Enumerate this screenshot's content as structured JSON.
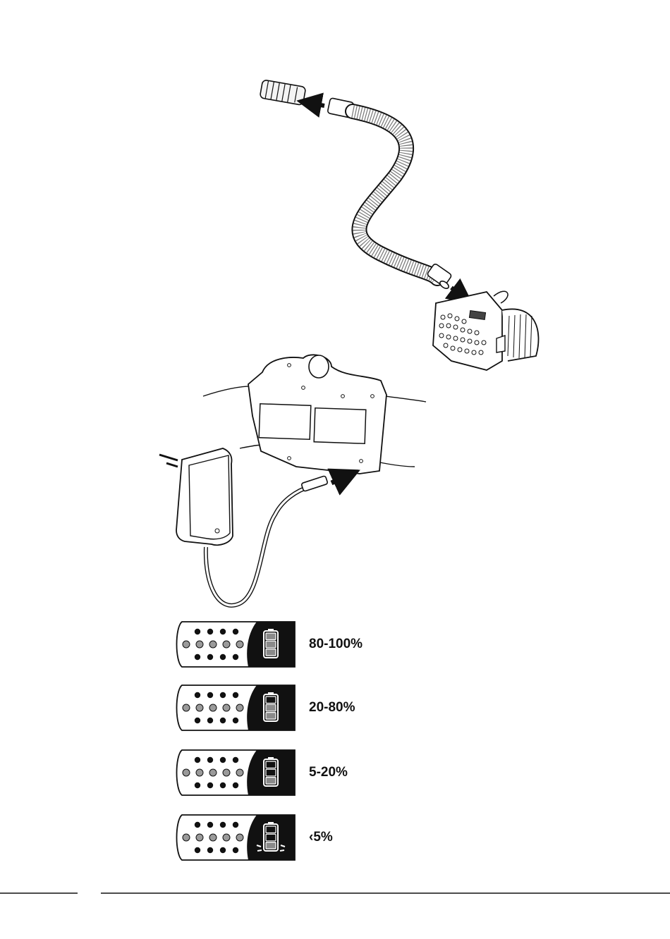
{
  "battery_levels": [
    {
      "label": "80-100%",
      "lit_cells": 3,
      "blinking": false
    },
    {
      "label": "20-80%",
      "lit_cells": 2,
      "blinking": false
    },
    {
      "label": "5-20%",
      "lit_cells": 1,
      "blinking": false
    },
    {
      "label": "‹5%",
      "lit_cells": 1,
      "blinking": true
    }
  ],
  "colors": {
    "line": "#111111",
    "panel_dark": "#111111",
    "led_grey": "#9a9a9a",
    "cell_lit": "#8a8a8a"
  }
}
